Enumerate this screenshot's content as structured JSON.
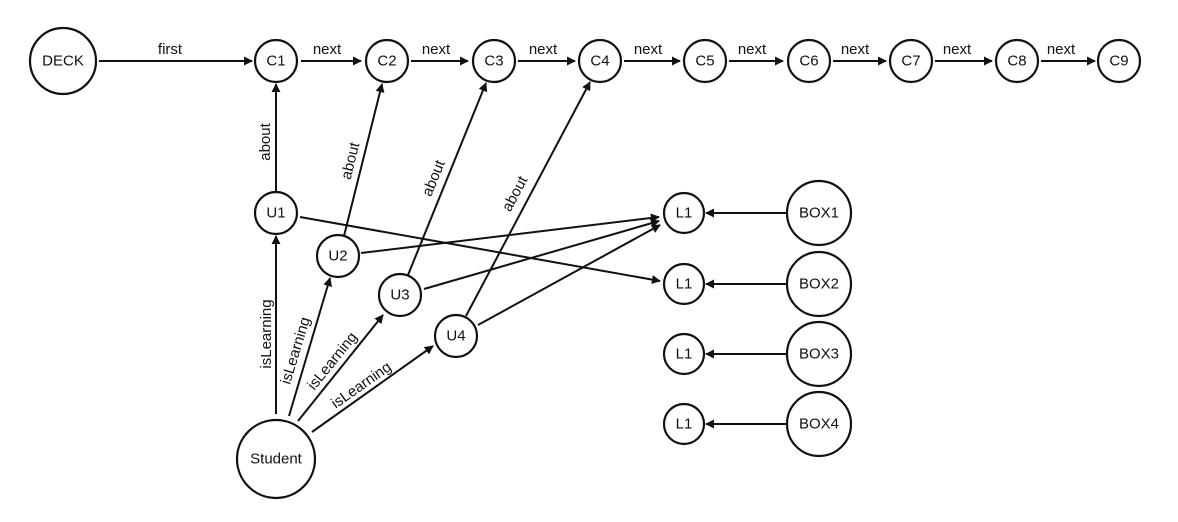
{
  "nodes": {
    "deck": "DECK",
    "c1": "C1",
    "c2": "C2",
    "c3": "C3",
    "c4": "C4",
    "c5": "C5",
    "c6": "C6",
    "c7": "C7",
    "c8": "C8",
    "c9": "C9",
    "u1": "U1",
    "u2": "U2",
    "u3": "U3",
    "u4": "U4",
    "student": "Student",
    "l1a": "L1",
    "l1b": "L1",
    "l1c": "L1",
    "l1d": "L1",
    "box1": "BOX1",
    "box2": "BOX2",
    "box3": "BOX3",
    "box4": "BOX4"
  },
  "edge_labels": {
    "first": "first",
    "next": "next",
    "about": "about",
    "is_learning": "isLearning"
  }
}
